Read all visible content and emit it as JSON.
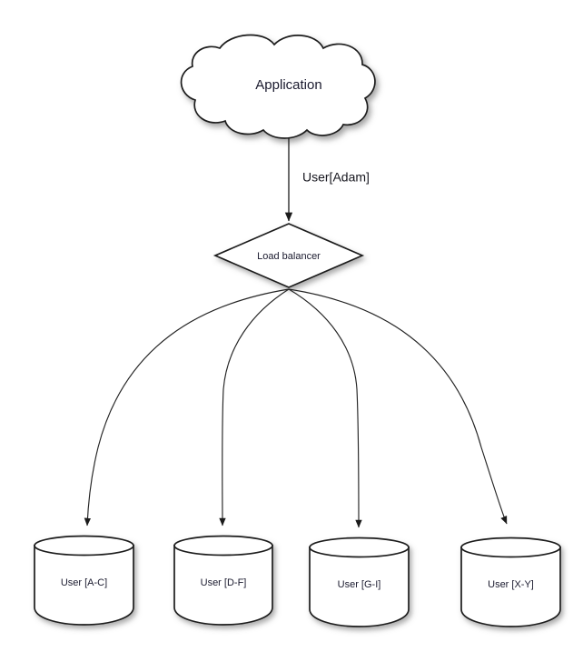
{
  "diagram": {
    "title_text": "Application",
    "background_color": "#ffffff",
    "stroke_color": "#1b1b1b",
    "text_color": "#1a1a2e",
    "nodes": {
      "cloud": {
        "label": "Application",
        "shape": "cloud"
      },
      "load_balancer": {
        "label": "Load balancer",
        "shape": "diamond"
      },
      "databases": [
        {
          "label": "User [A-C]",
          "shape": "cylinder"
        },
        {
          "label": "User [D-F]",
          "shape": "cylinder"
        },
        {
          "label": "User [G-I]",
          "shape": "cylinder"
        },
        {
          "label": "User [X-Y]",
          "shape": "cylinder"
        }
      ]
    },
    "edges": [
      {
        "from": "cloud",
        "to": "load_balancer",
        "label": "User[Adam]"
      },
      {
        "from": "load_balancer",
        "to": "db-0",
        "label": ""
      },
      {
        "from": "load_balancer",
        "to": "db-1",
        "label": ""
      },
      {
        "from": "load_balancer",
        "to": "db-2",
        "label": ""
      },
      {
        "from": "load_balancer",
        "to": "db-3",
        "label": ""
      }
    ]
  }
}
